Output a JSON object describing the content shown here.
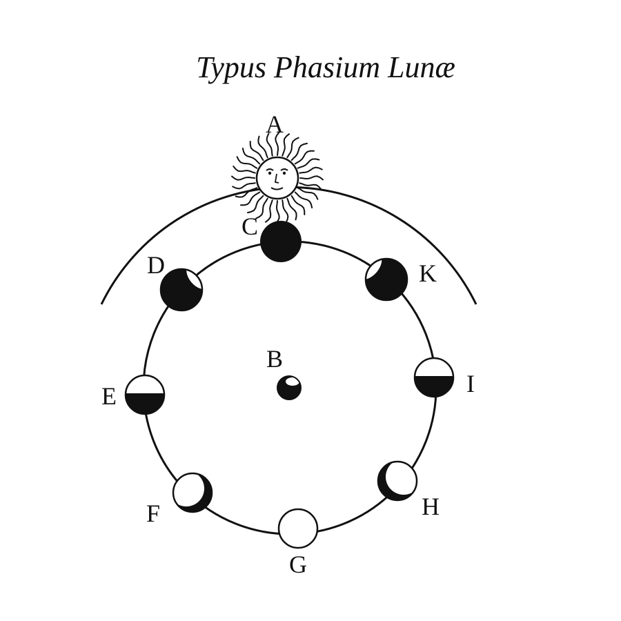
{
  "title": "Typus Phasium Lunæ",
  "labels": {
    "sun": "A",
    "earth": "B",
    "moons": [
      "C",
      "D",
      "E",
      "F",
      "G",
      "H",
      "I",
      "K"
    ]
  },
  "colors": {
    "ink": "#111111",
    "paper": "#ffffff"
  },
  "icons": {
    "sun": "sun-with-face-icon",
    "earth": "earth-half-dark-icon"
  }
}
